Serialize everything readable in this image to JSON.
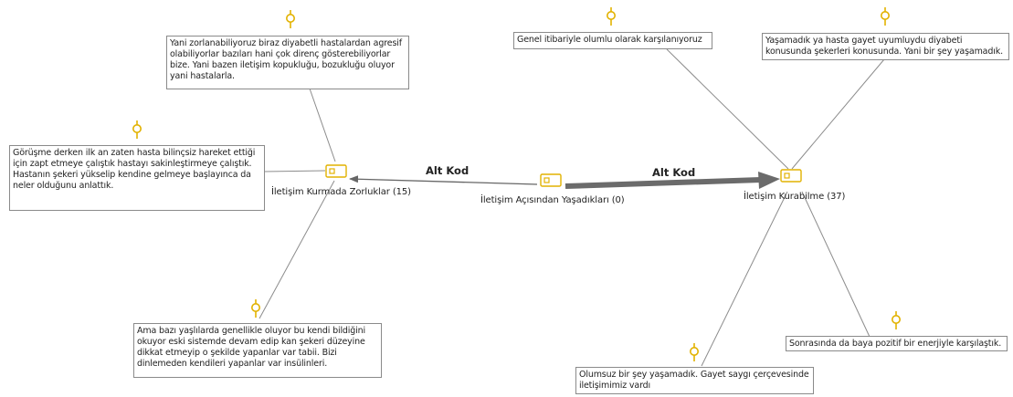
{
  "colors": {
    "icon": "#e2b200",
    "line": "#8c8c8c",
    "arrow_light": "#666666",
    "arrow_heavy": "#6b6b6b"
  },
  "nodes": {
    "left": {
      "label": "İletişim Kurmada Zorluklar (15)",
      "icon": "code-tag-icon"
    },
    "center": {
      "label": "İletişim Açısından Yaşadıkları (0)",
      "icon": "code-tag-icon"
    },
    "right": {
      "label": "İletişim Kurabilme (37)",
      "icon": "code-tag-icon"
    }
  },
  "edges": {
    "to_left": {
      "label": "Alt Kod"
    },
    "to_right": {
      "label": "Alt Kod"
    }
  },
  "memos": {
    "left_top": {
      "text": "Yani zorlanabiliyoruz biraz diyabetli hastalardan agresif olabiliyorlar bazıları hani çok direnç gösterebiliyorlar bize. Yani bazen iletişim kopukluğu, bozukluğu oluyor yani hastalarla.",
      "icon": "pin-icon"
    },
    "left_mid": {
      "text": "Görüşme derken ilk an zaten hasta bilinçsiz hareket ettiği için zapt etmeye çalıştık hastayı sakinleştirmeye çalıştık. Hastanın şekeri yükselip kendine gelmeye başlayınca da neler olduğunu anlattık.",
      "icon": "pin-icon"
    },
    "left_bottom": {
      "text": "Ama bazı yaşlılarda genellikle oluyor bu kendi bildiğini okuyor eski sistemde devam edip kan şekeri düzeyine dikkat etmeyip o şekilde yapanlar var tabii. Bizi dinlemeden kendileri yapanlar var insülinleri.",
      "icon": "pin-icon"
    },
    "right_top1": {
      "text": "Genel itibariyle olumlu olarak karşılanıyoruz",
      "icon": "pin-icon"
    },
    "right_top2": {
      "text": "Yaşamadık ya hasta gayet uyumluydu diyabeti konusunda şekerleri konusunda. Yani bir şey yaşamadık.",
      "icon": "pin-icon"
    },
    "right_bottom1": {
      "text": "Olumsuz bir şey yaşamadık. Gayet saygı çerçevesinde iletişimimiz vardı",
      "icon": "pin-icon"
    },
    "right_bottom2": {
      "text": "Sonrasında da baya pozitif bir enerjiyle karşılaştık.",
      "icon": "pin-icon"
    }
  }
}
